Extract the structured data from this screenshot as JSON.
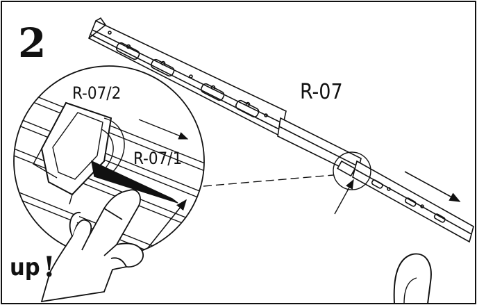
{
  "step": {
    "number": "2"
  },
  "labels": {
    "main_part": "R-07",
    "inner_part": "R-07/1",
    "outer_part": "R-07/2",
    "instruction": "up",
    "exclaim": "!"
  },
  "colors": {
    "ink": "#111111",
    "paper": "#ffffff"
  },
  "icons": [
    "finger-pointer-icon",
    "thumb-icon",
    "direction-arrow-icon"
  ]
}
